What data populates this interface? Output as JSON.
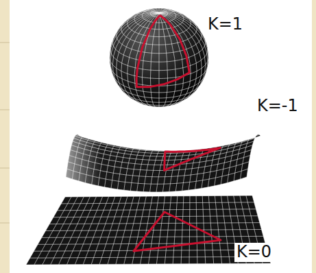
{
  "diagram": {
    "labels": [
      "K=1",
      "K=-1",
      "K=0"
    ]
  }
}
